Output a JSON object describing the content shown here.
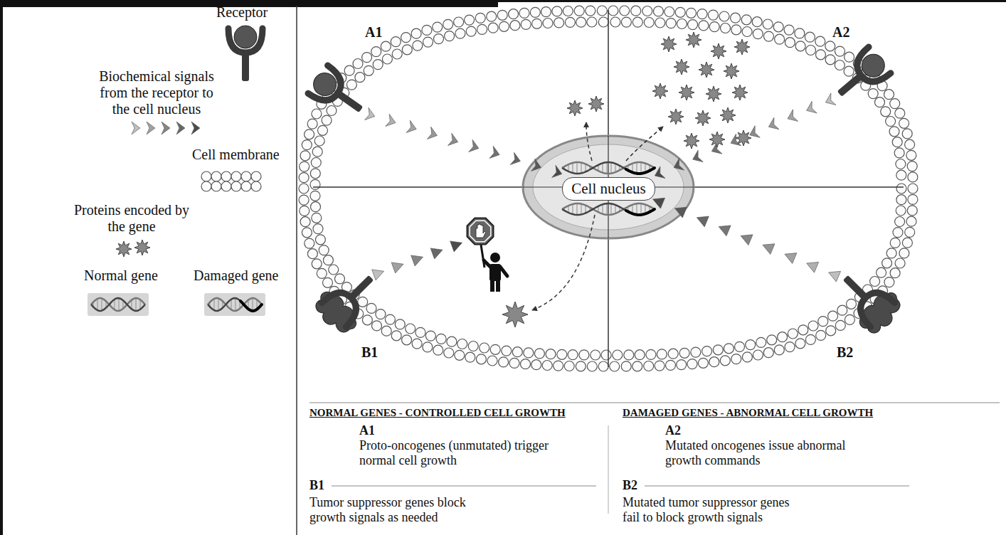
{
  "diagram": {
    "nodes": [
      {
        "text": [
          "Cell nucleus"
        ]
      }
    ],
    "labels": [
      "A1",
      "A2",
      "B1",
      "B2",
      "NORMAL GENES - CONTROLLED CELL GROWTH",
      "DAMAGED GENES - ABNORMAL CELL GROWTH",
      "A1",
      "Proto-oncogenes (unmutated) trigger normal cell growth",
      "B1",
      "Tumor suppressor genes block growth signals as needed",
      "A2",
      "Mutated oncogenes issue abnormal growth commands",
      "B2",
      "Mutated tumor suppressor genes fail to block growth signals"
    ],
    "legend": [
      {
        "text": "Receptor"
      },
      {
        "text": "Biochemical signals from the receptor to the cell nucleus"
      },
      {
        "text": "Cell membrane"
      },
      {
        "text": "Proteins encoded by the gene"
      },
      {
        "text": "Normal gene"
      },
      {
        "text": "Damaged gene"
      }
    ]
  }
}
